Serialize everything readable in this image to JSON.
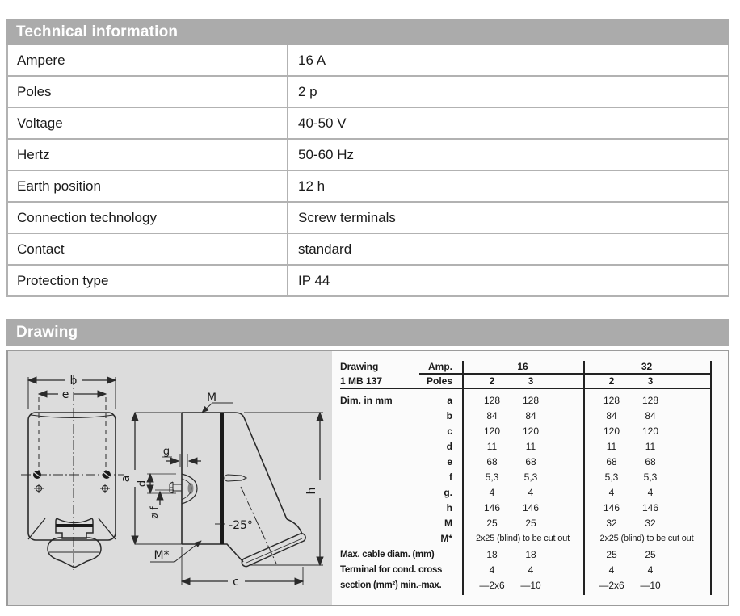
{
  "tech_info": {
    "title": "Technical information",
    "rows": [
      {
        "label": "Ampere",
        "value": "16 A"
      },
      {
        "label": "Poles",
        "value": "2 p"
      },
      {
        "label": "Voltage",
        "value": "40-50 V"
      },
      {
        "label": "Hertz",
        "value": "50-60 Hz"
      },
      {
        "label": "Earth position",
        "value": "12 h"
      },
      {
        "label": "Connection technology",
        "value": "Screw terminals"
      },
      {
        "label": "Contact",
        "value": "standard"
      },
      {
        "label": "Protection type",
        "value": "IP 44"
      }
    ]
  },
  "drawing": {
    "title": "Drawing",
    "labels": {
      "b": "b",
      "e": "e",
      "m": "M",
      "m_star": "M*",
      "a": "a",
      "g": "g",
      "d": "d",
      "f": "ø f",
      "angle": "-25°",
      "c": "c",
      "h": "h"
    },
    "table": {
      "header": {
        "drawing": "Drawing",
        "ref": "1 MB 137",
        "amp": "Amp.",
        "poles": "Poles",
        "amp16": "16",
        "amp32": "32",
        "poles_cols": [
          "2",
          "3",
          "2",
          "3"
        ],
        "dim_unit": "Dim. in mm"
      },
      "dims": [
        {
          "dim": "a",
          "values": [
            "128",
            "128",
            "128",
            "128"
          ]
        },
        {
          "dim": "b",
          "values": [
            "84",
            "84",
            "84",
            "84"
          ]
        },
        {
          "dim": "c",
          "values": [
            "120",
            "120",
            "120",
            "120"
          ]
        },
        {
          "dim": "d",
          "values": [
            "11",
            "11",
            "11",
            "11"
          ]
        },
        {
          "dim": "e",
          "values": [
            "68",
            "68",
            "68",
            "68"
          ]
        },
        {
          "dim": "f",
          "values": [
            "5,3",
            "5,3",
            "5,3",
            "5,3"
          ]
        },
        {
          "dim": "g.",
          "values": [
            "4",
            "4",
            "4",
            "4"
          ]
        },
        {
          "dim": "h",
          "values": [
            "146",
            "146",
            "146",
            "146"
          ]
        },
        {
          "dim": "M",
          "values": [
            "25",
            "25",
            "32",
            "32"
          ]
        }
      ],
      "m_star": {
        "dim": "M*",
        "v16": "2x25 (blind) to be cut out",
        "v32": "2x25 (blind) to be cut out"
      },
      "footer": [
        {
          "label": "Max. cable diam. (mm)",
          "values": [
            "18",
            "18",
            "25",
            "25"
          ]
        },
        {
          "label": "Terminal for cond. cross",
          "values": [
            "4",
            "4",
            "4",
            "4"
          ]
        },
        {
          "label": "section (mm²) min.-max.",
          "values": [
            "—2x6",
            "—10",
            "—2x6",
            "—10"
          ]
        }
      ]
    }
  }
}
